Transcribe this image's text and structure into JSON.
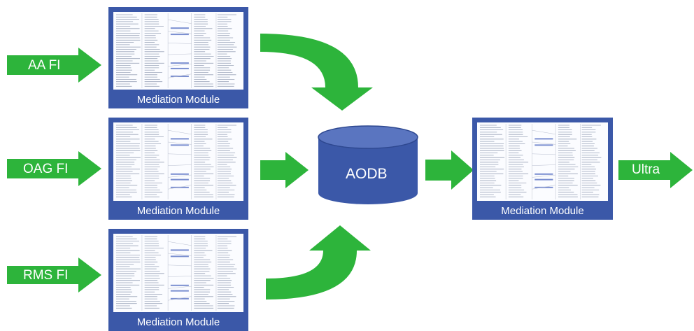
{
  "inputs": [
    {
      "label": "AA FI"
    },
    {
      "label": "OAG FI"
    },
    {
      "label": "RMS FI"
    }
  ],
  "mediation_label": "Mediation Module",
  "database": {
    "label": "AODB"
  },
  "output": {
    "label": "Ultra"
  },
  "colors": {
    "arrow": "#2db43b",
    "module": "#3b58a8",
    "database": "#3b58a8",
    "screen": "#fbfcff"
  }
}
